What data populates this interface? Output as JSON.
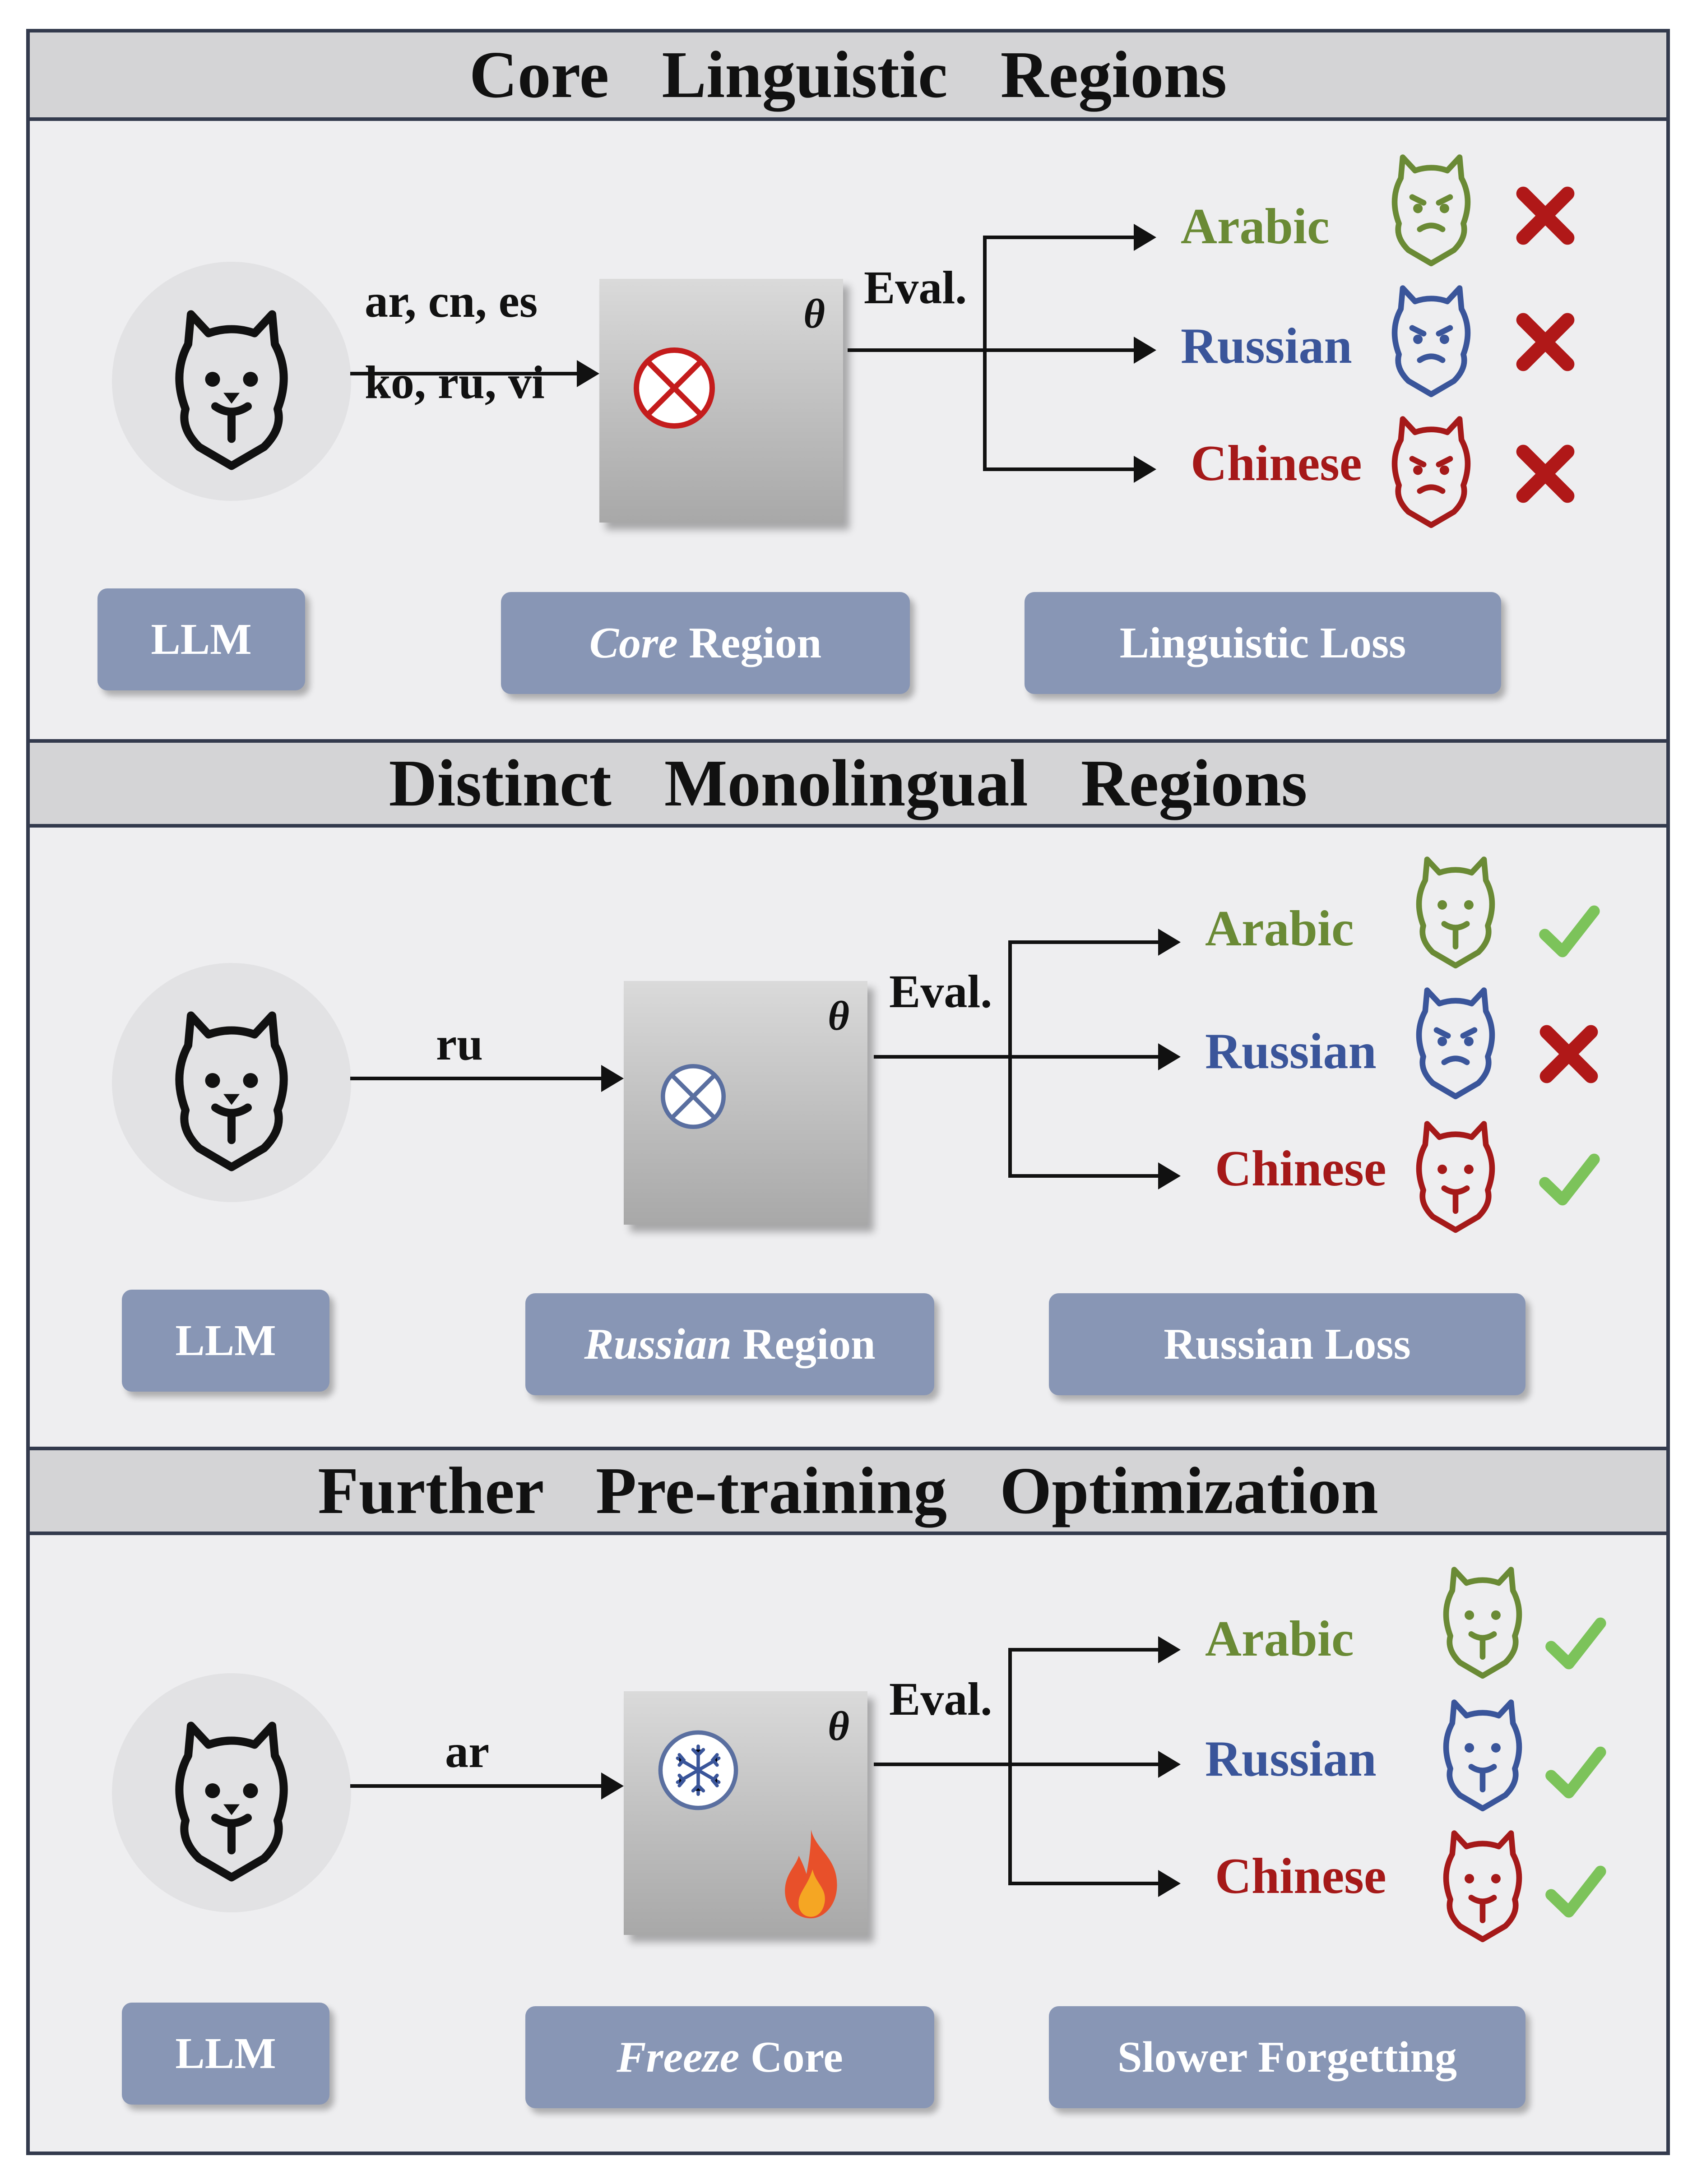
{
  "sections": [
    {
      "title": "Core   Linguistic   Regions",
      "input_line1": "ar, cn, es",
      "input_line2": "ko, ru, vi",
      "theta": "θ",
      "eval": "Eval.",
      "languages": [
        {
          "name": "Arabic",
          "color": "#6a8a35",
          "result": "cross"
        },
        {
          "name": "Russian",
          "color": "#3a559a",
          "result": "cross"
        },
        {
          "name": "Chinese",
          "color": "#a51919",
          "result": "cross"
        }
      ],
      "labels": {
        "llm": "LLM",
        "region_italic": "Core",
        "region_rest": " Region",
        "loss": "Linguistic Loss"
      }
    },
    {
      "title": "Distinct   Monolingual   Regions",
      "input_line1": "ru",
      "theta": "θ",
      "eval": "Eval.",
      "languages": [
        {
          "name": "Arabic",
          "color": "#6a8a35",
          "result": "check"
        },
        {
          "name": "Russian",
          "color": "#3a559a",
          "result": "cross"
        },
        {
          "name": "Chinese",
          "color": "#a51919",
          "result": "check"
        }
      ],
      "labels": {
        "llm": "LLM",
        "region_italic": "Russian",
        "region_rest": " Region",
        "loss": "Russian Loss"
      }
    },
    {
      "title": "Further   Pre-training   Optimization",
      "input_line1": "ar",
      "theta": "θ",
      "eval": "Eval.",
      "languages": [
        {
          "name": "Arabic",
          "color": "#6a8a35",
          "result": "check"
        },
        {
          "name": "Russian",
          "color": "#3a559a",
          "result": "check"
        },
        {
          "name": "Chinese",
          "color": "#a51919",
          "result": "check"
        }
      ],
      "labels": {
        "llm": "LLM",
        "region_italic": "Freeze",
        "region_rest": " Core",
        "loss": "Slower Forgetting"
      }
    }
  ],
  "colors": {
    "cross": "#b01818",
    "check": "#7cc35a",
    "label_box": "#8896b5",
    "border": "#333a4d"
  },
  "icons": {
    "llm": "llama-icon",
    "region_core": "circle-times-icon",
    "freeze": "snowflake-icon",
    "train": "fire-icon"
  }
}
